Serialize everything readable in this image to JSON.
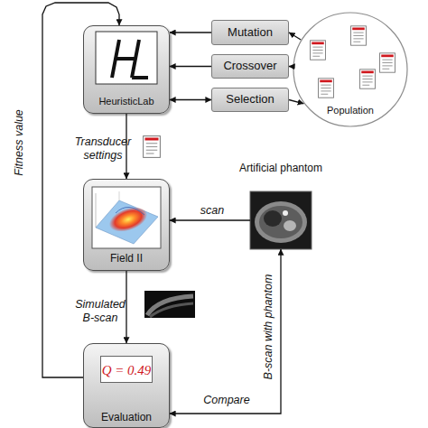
{
  "diagram": {
    "nodes": [
      {
        "text": [
          "HeuristicLab"
        ]
      },
      {
        "text": [
          "Mutation"
        ]
      },
      {
        "text": [
          "Crossover"
        ]
      },
      {
        "text": [
          "Selection"
        ]
      },
      {
        "text": [
          "Population"
        ]
      },
      {
        "text": [
          "Field II"
        ]
      },
      {
        "text": [
          "Artificial phantom"
        ]
      },
      {
        "text": [
          "Q = 0.49",
          "Evaluation"
        ]
      }
    ],
    "edges": [
      {
        "from": 1,
        "to": 0,
        "arrow": "to"
      },
      {
        "from": 2,
        "to": 0,
        "arrow": "to"
      },
      {
        "from": 3,
        "to": 0,
        "arrow": "both"
      },
      {
        "from": 4,
        "to": 1,
        "arrow": "to"
      },
      {
        "from": 4,
        "to": 2,
        "arrow": "to"
      },
      {
        "from": 3,
        "to": 4,
        "arrow": "to"
      },
      {
        "from": 0,
        "to": 5,
        "label": "Transducer settings",
        "arrow": "to"
      },
      {
        "from": 6,
        "to": 5,
        "label": "scan",
        "arrow": "to"
      },
      {
        "from": 5,
        "to": 7,
        "label": "Simulated B-scan",
        "arrow": "to"
      },
      {
        "from": 6,
        "to": 7,
        "label": "B-scan with phantom",
        "arrow": "both"
      },
      {
        "from": 7,
        "to": 0,
        "label": "Fitness value",
        "arrow": "to"
      }
    ],
    "labels": [
      "Compare"
    ]
  }
}
